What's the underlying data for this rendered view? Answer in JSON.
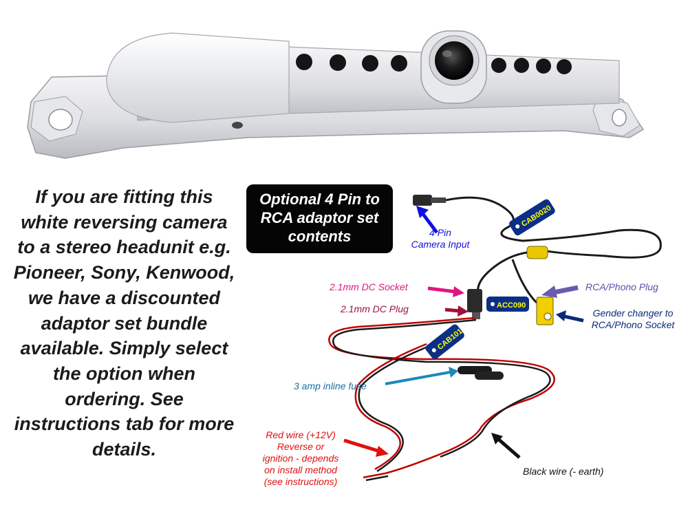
{
  "description": "If you are fitting this white reversing camera to a stereo headunit e.g. Pioneer, Sony, Kenwood, we have a discounted adaptor set bundle available. Simply select the option when ordering. See instructions tab for more details.",
  "badge": "Optional 4 Pin to RCA adaptor set contents",
  "labels": {
    "pin_line1": "4 Pin",
    "pin_line2": "Camera Input",
    "dc_socket": "2.1mm DC Socket",
    "dc_plug": "2.1mm DC Plug",
    "rca_plug": "RCA/Phono Plug",
    "gender_line1": "Gender changer to",
    "gender_line2": "RCA/Phono Socket",
    "fuse": "3 amp inline fuse",
    "red_line1": "Red wire (+12V)",
    "red_line2": "Reverse or",
    "red_line3": "ignition - depends",
    "red_line4": "on install method",
    "red_line5": "(see instructions)",
    "black": "Black wire (- earth)"
  },
  "tags": {
    "cab0020": "CAB0020",
    "acc090": "ACC090",
    "cab101": "CAB101"
  },
  "colors": {
    "pin_label": "#1010e0",
    "socket_label": "#e0157f",
    "plug_label": "#a0103c",
    "rca_label": "#5e4ea8",
    "gender_label": "#0a2a78",
    "fuse_label": "#1a6e9e",
    "red_label": "#e01010",
    "black_label": "#111111",
    "tag_bg": "#0c2f86",
    "tag_text": "#ffff00"
  }
}
